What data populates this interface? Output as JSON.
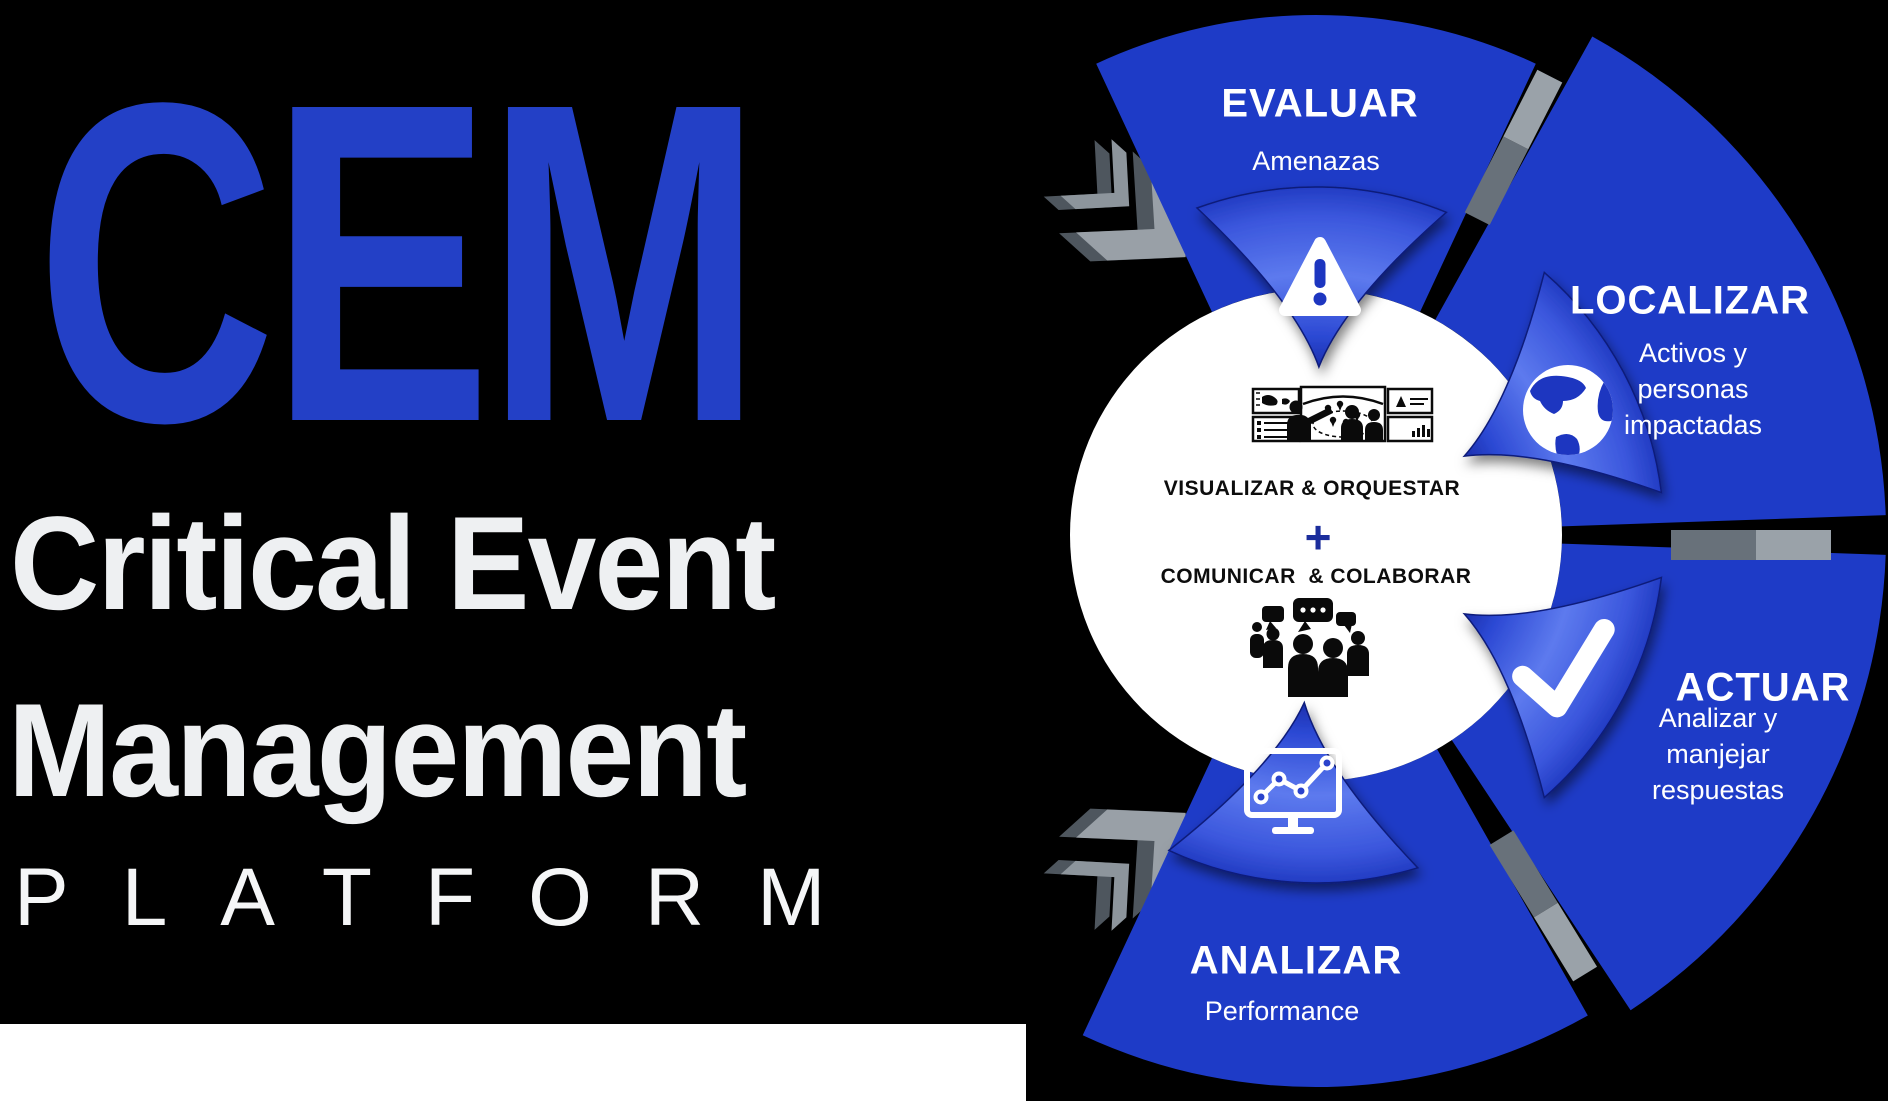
{
  "brand": {
    "acronym": "CEM",
    "line1": "Critical Event",
    "line2": "Management",
    "line3": "P L A T F O R M",
    "line3_plain": "PLATFORM"
  },
  "cycle": {
    "segments": [
      {
        "id": "evaluar",
        "title": "EVALUAR",
        "subtitle": "Amenazas",
        "icon": "warning-triangle-icon"
      },
      {
        "id": "localizar",
        "title": "LOCALIZAR",
        "subtitle": "Activos y\npersonas\nimpactadas",
        "icon": "globe-icon"
      },
      {
        "id": "actuar",
        "title": "ACTUAR",
        "subtitle": "Analizar y\nmanjejar respuestas",
        "icon": "checkmark-icon"
      },
      {
        "id": "analizar",
        "title": "ANALIZAR",
        "subtitle": "Performance",
        "icon": "monitor-chart-icon"
      }
    ],
    "center": {
      "line1": "VISUALIZAR & ORQUESTAR",
      "plus": "+",
      "line2": "COMUNICAR  & COLABORAR",
      "icon_top": "control-room-icon",
      "icon_bottom": "communication-group-icon"
    },
    "flow_icons": [
      "inbound-chevrons-top-left",
      "inbound-chevrons-bottom-left"
    ]
  },
  "colors": {
    "background": "#000000",
    "brand_blue": "#2340c6",
    "ring_blue": "#1e3bc7",
    "wedge_blue_light": "#5d7aee",
    "wedge_blue_dark": "#0e1c90",
    "plus_navy": "#1b2d9c",
    "divider_gray_dark": "#68717a",
    "divider_gray_light": "#9aa2a9",
    "chevron_gray": "#99a0a7",
    "white": "#ffffff",
    "text_black": "#0d0d0d"
  }
}
